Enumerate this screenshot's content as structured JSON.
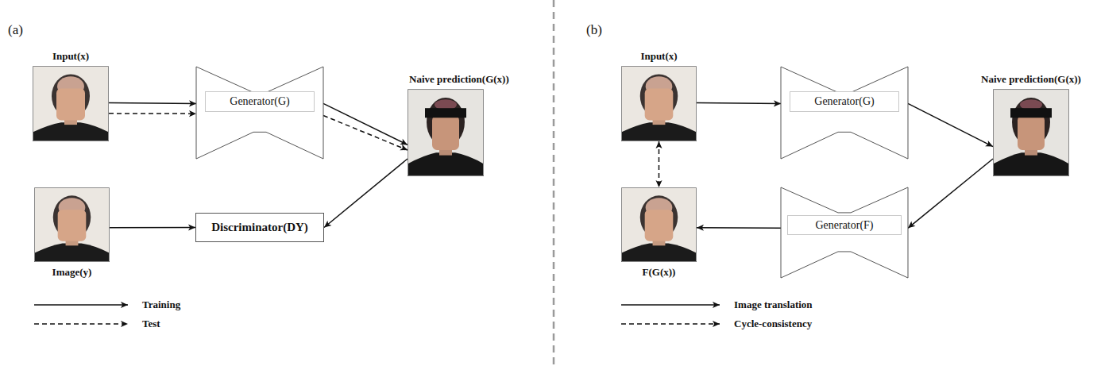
{
  "diagram": {
    "nodes": [
      {
        "text": [
          "Input(x)"
        ]
      },
      {
        "text": [
          "Generator(G)"
        ]
      },
      {
        "text": [
          "Naive prediction(G(x))"
        ]
      },
      {
        "text": [
          "Image(y)"
        ]
      },
      {
        "text": [
          "Discriminator(DY)"
        ]
      },
      {
        "text": [
          "Input(x)"
        ]
      },
      {
        "text": [
          "Generator(G)"
        ]
      },
      {
        "text": [
          "Naive prediction(G(x))"
        ]
      },
      {
        "text": [
          "Generator(F)"
        ]
      },
      {
        "text": [
          "F(G(x))"
        ]
      }
    ],
    "edges": [
      {
        "from": 0,
        "to": 1,
        "arrow": "to"
      },
      {
        "from": 0,
        "to": 1,
        "arrow": "to"
      },
      {
        "from": 1,
        "to": 2,
        "arrow": "to"
      },
      {
        "from": 1,
        "to": 2,
        "arrow": "to"
      },
      {
        "from": 3,
        "to": 4,
        "arrow": "to"
      },
      {
        "from": 2,
        "to": 4,
        "arrow": "to"
      },
      {
        "from": 5,
        "to": 6,
        "arrow": "to"
      },
      {
        "from": 6,
        "to": 7,
        "arrow": "to"
      },
      {
        "from": 7,
        "to": 8,
        "arrow": "to"
      },
      {
        "from": 8,
        "to": 9,
        "arrow": "to"
      },
      {
        "from": 5,
        "to": 9,
        "arrow": "both"
      }
    ],
    "labels": [
      "(a)",
      "(b)"
    ],
    "legend": [
      {
        "text": "Training"
      },
      {
        "text": "Test"
      },
      {
        "text": "Image translation"
      },
      {
        "text": "Cycle-consistency"
      }
    ]
  }
}
